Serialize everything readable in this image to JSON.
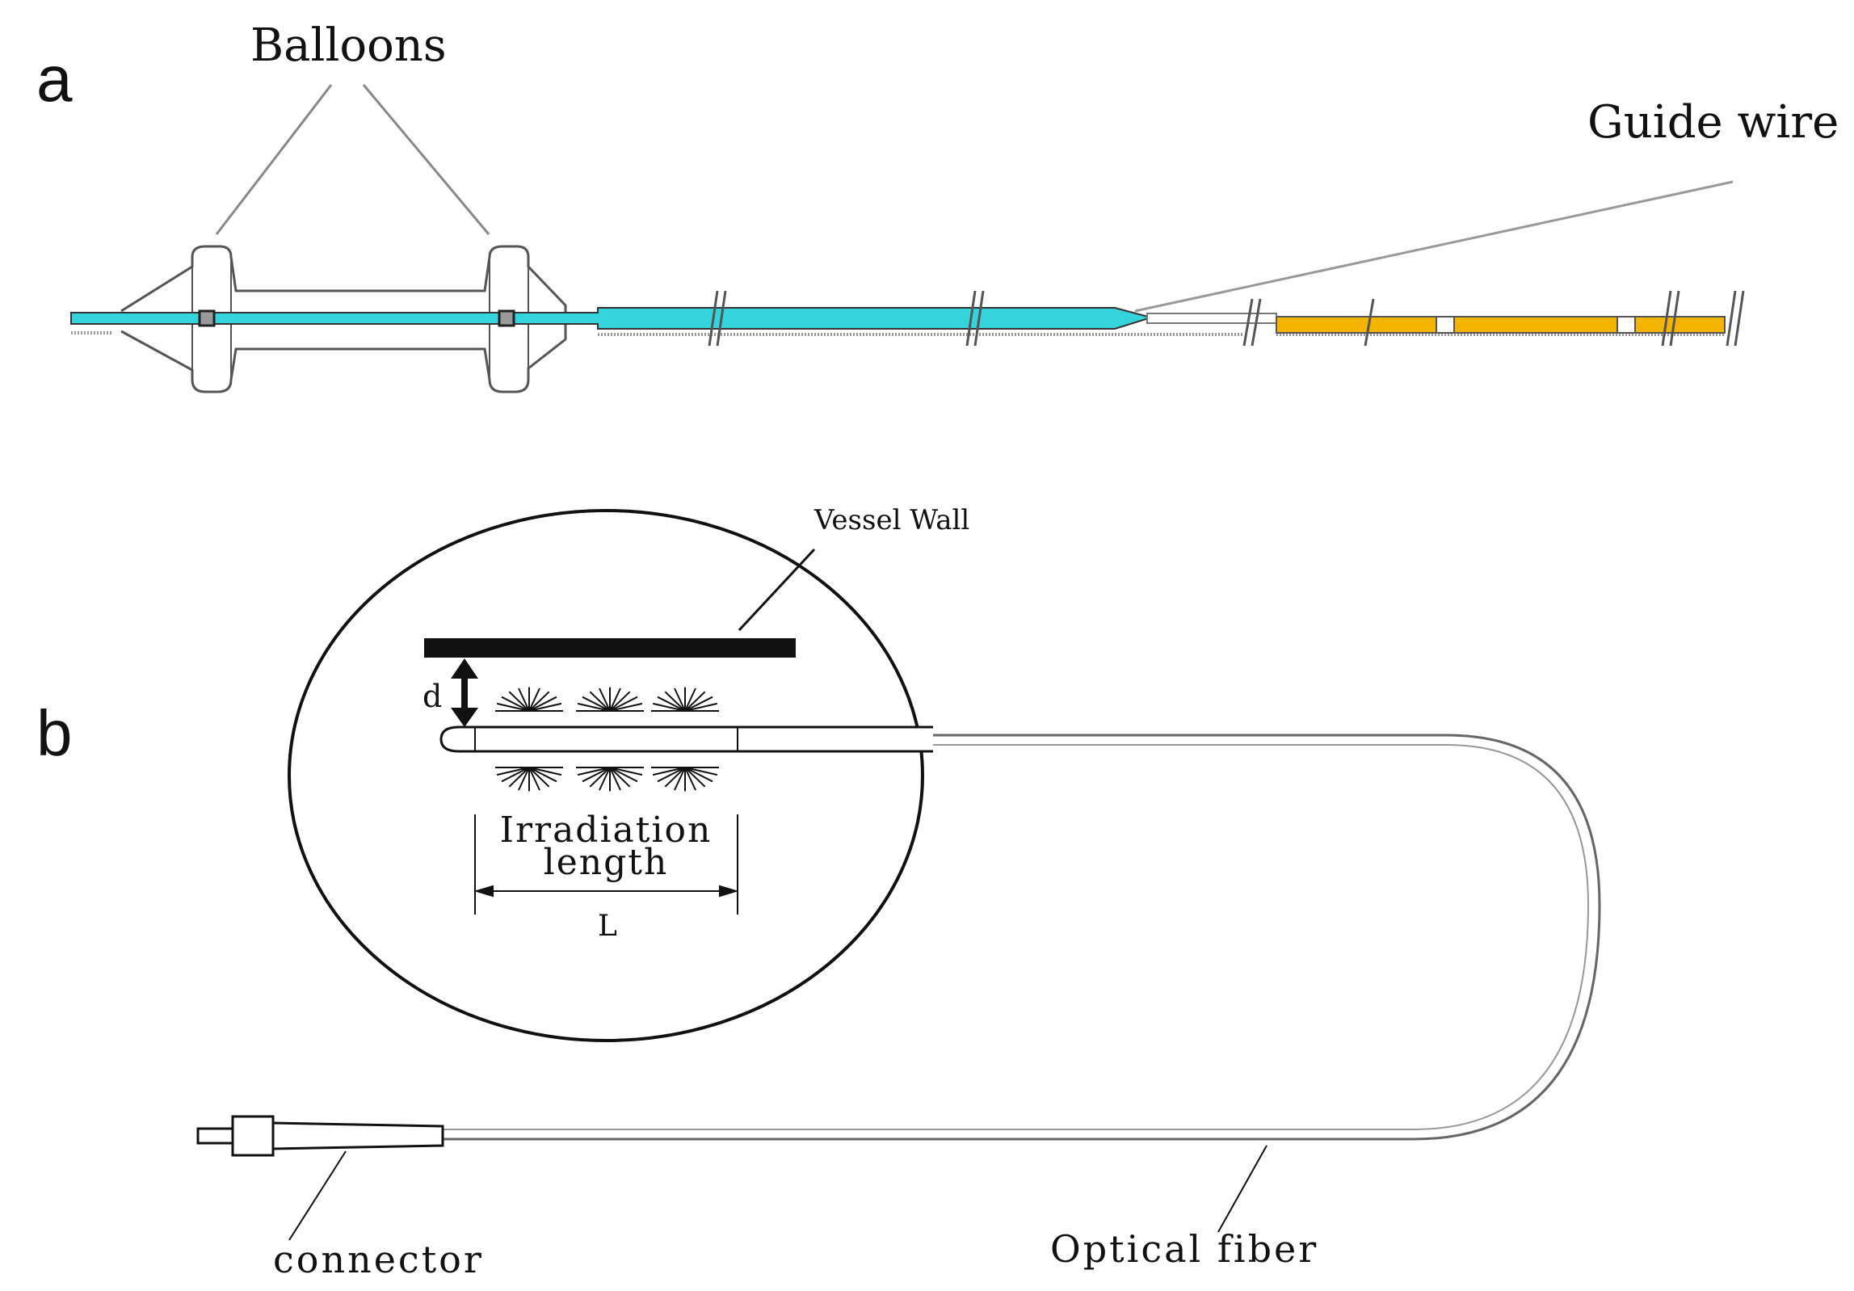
{
  "panels": {
    "a": {
      "letter": "a",
      "balloons_label": "Balloons",
      "guide_wire_label": "Guide wire"
    },
    "b": {
      "letter": "b",
      "vessel_wall_label": "Vessel Wall",
      "distance_label": "d",
      "irradiation_line1": "Irradiation",
      "irradiation_line2": "length",
      "length_label": "L",
      "connector_label": "connector",
      "optical_fiber_label": "Optical fiber"
    }
  },
  "colors": {
    "catheter_cyan": "#35d3dc",
    "guide_wire_orange": "#f4b400",
    "ink": "#111111",
    "outline": "#555555"
  }
}
